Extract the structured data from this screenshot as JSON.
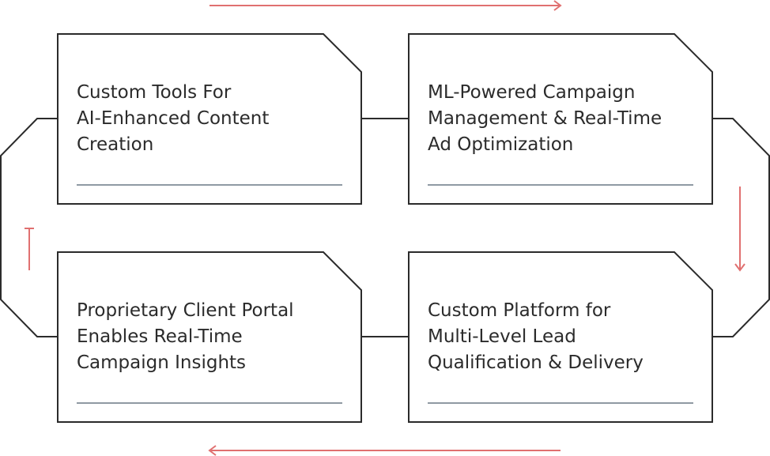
{
  "diagram": {
    "nodes": [
      {
        "id": "top-left",
        "lines": [
          "Custom Tools For",
          "AI-Enhanced Content",
          "Creation"
        ]
      },
      {
        "id": "top-right",
        "lines": [
          "ML-Powered Campaign",
          "Management & Real-Time",
          "Ad Optimization"
        ]
      },
      {
        "id": "bottom-left",
        "lines": [
          "Proprietary Client Portal",
          "Enables Real-Time",
          "Campaign Insights"
        ]
      },
      {
        "id": "bottom-right",
        "lines": [
          "Custom Platform for",
          "Multi-Level Lead",
          "Qualification & Delivery"
        ]
      }
    ],
    "flow": [
      "top-left",
      "top-right",
      "bottom-right",
      "bottom-left"
    ],
    "colors": {
      "border": "#2b2b2b",
      "underline": "#8f9aa3",
      "arrow": "#e07070",
      "text": "#2b2b2b"
    }
  }
}
